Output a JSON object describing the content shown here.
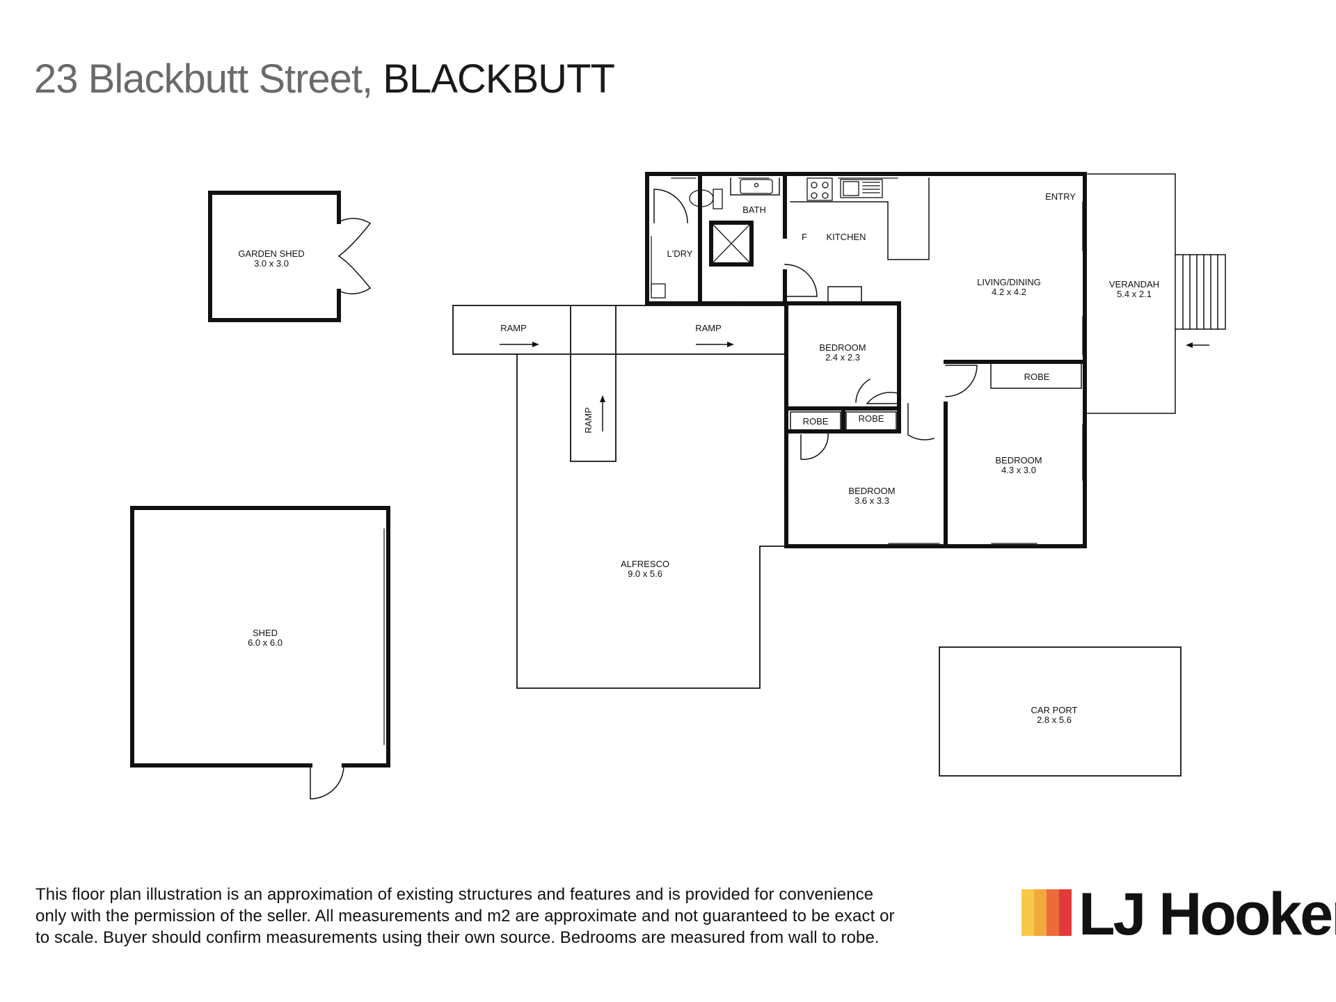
{
  "header": {
    "street": "23 Blackbutt Street,",
    "suburb": "BLACKBUTT"
  },
  "rooms": {
    "garden_shed": {
      "name": "GARDEN SHED",
      "dim": "3.0 x 3.0"
    },
    "laundry": {
      "name": "L'DRY"
    },
    "bath": {
      "name": "BATH"
    },
    "kitchen": {
      "name": "KITCHEN",
      "fridge": "F"
    },
    "entry": {
      "name": "ENTRY"
    },
    "living": {
      "name": "LIVING/DINING",
      "dim": "4.2 x 4.2"
    },
    "verandah": {
      "name": "VERANDAH",
      "dim": "5.4 x 2.1"
    },
    "bedroom1": {
      "name": "BEDROOM",
      "dim": "2.4 x 2.3"
    },
    "bedroom2": {
      "name": "BEDROOM",
      "dim": "3.6 x 3.3"
    },
    "bedroom3": {
      "name": "BEDROOM",
      "dim": "4.3 x 3.0"
    },
    "robe1": {
      "name": "ROBE"
    },
    "robe2": {
      "name": "ROBE"
    },
    "robe3": {
      "name": "ROBE"
    },
    "ramp1": {
      "name": "RAMP"
    },
    "ramp2": {
      "name": "RAMP"
    },
    "ramp3": {
      "name": "RAMP"
    },
    "alfresco": {
      "name": "ALFRESCO",
      "dim": "9.0 x 5.6"
    },
    "shed": {
      "name": "SHED",
      "dim": "6.0 x 6.0"
    },
    "carport": {
      "name": "CAR PORT",
      "dim": "2.8 x 5.6"
    }
  },
  "disclaimer": {
    "line1": "This floor plan illustration is an approximation of existing structures and features and is provided for convenience",
    "line2": "only with the permission of the seller. All measurements and m2 are approximate and not guaranteed to be exact or",
    "line3": "to scale. Buyer should confirm measurements using their own source. Bedrooms are measured from wall to robe."
  },
  "logo": {
    "brand": "LJ Hooker",
    "bar_colors": [
      "#f7c948",
      "#f2a93b",
      "#ec6b3a",
      "#e23a3a"
    ]
  }
}
